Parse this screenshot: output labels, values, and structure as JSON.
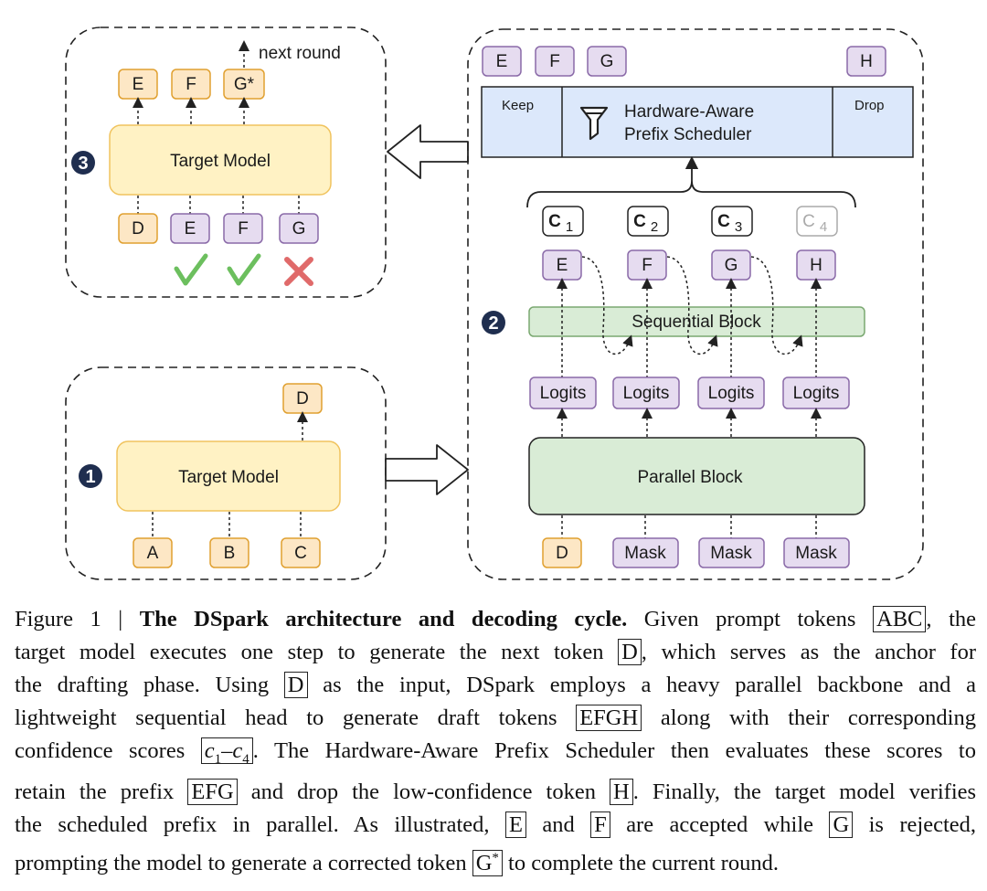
{
  "figure": {
    "panel3": {
      "number": "3",
      "top_outputs": [
        "E",
        "F",
        "G*"
      ],
      "next_round": "next round",
      "model_label": "Target Model",
      "inputs": [
        "D",
        "E",
        "F",
        "G"
      ]
    },
    "panel1": {
      "number": "1",
      "output": "D",
      "model_label": "Target Model",
      "inputs": [
        "A",
        "B",
        "C"
      ]
    },
    "panel2": {
      "number": "2",
      "top_tokens": [
        "E",
        "F",
        "G",
        "H"
      ],
      "scheduler": {
        "keep": "Keep",
        "drop": "Drop",
        "line1": "Hardware-Aware",
        "line2": "Prefix Scheduler"
      },
      "confidences": [
        {
          "letter": "C",
          "sub": "1"
        },
        {
          "letter": "C",
          "sub": "2"
        },
        {
          "letter": "C",
          "sub": "3"
        },
        {
          "letter": "C",
          "sub": "4"
        }
      ],
      "draft_tokens": [
        "E",
        "F",
        "G",
        "H"
      ],
      "sequential_label": "Sequential  Block",
      "logits_label": "Logits",
      "parallel_label": "Parallel Block",
      "inputs": [
        "D",
        "Mask",
        "Mask",
        "Mask"
      ]
    },
    "colors": {
      "orange_fill": "#fde7c5",
      "orange_stroke": "#e0a030",
      "purple_fill": "#e6dcf0",
      "purple_stroke": "#8a6aa8",
      "yellow_fill": "#fff2c4",
      "yellow_stroke": "#f0c35e",
      "green_fill": "#d9ecd6",
      "green_stroke": "#7aa870",
      "blue_fill": "#dce8fb",
      "accept": "#6cbf5e",
      "reject": "#e06a6a",
      "badge": "#1f2e4f"
    },
    "verify_icons": [
      "check-icon",
      "check-icon",
      "cross-icon"
    ]
  },
  "caption": {
    "fig_label": "Figure 1 |",
    "title": "The DSpark architecture and decoding cycle.",
    "t1": "Given prompt tokens",
    "b_prompt": "ABC",
    "t2": ", the",
    "t3": "target model executes one step to generate the next token",
    "b_next": "D",
    "t4": ", which serves as the anchor for",
    "t5": "the drafting phase. Using",
    "b_input": "D",
    "t6": "as the input, DSpark employs a heavy parallel backbone and a",
    "t7": "lightweight sequential head to generate draft tokens",
    "b_draft": "EFGH",
    "t8": "along with their corresponding",
    "t9": "confidence scores",
    "b_c_start": "c",
    "b_c_sub1": "1",
    "b_c_dash": "–",
    "b_c_end": "c",
    "b_c_sub2": "4",
    "t10": ". The Hardware-Aware Prefix Scheduler then evaluates these scores to",
    "t11": "retain the prefix",
    "b_prefix": "EFG",
    "t12": "and drop the low-confidence token",
    "b_drop": "H",
    "t13": ". Finally, the target model verifies",
    "t14": "the scheduled prefix in parallel. As illustrated,",
    "b_e": "E",
    "t15": "and",
    "b_f": "F",
    "t16": "are accepted while",
    "b_g": "G",
    "t17": "is rejected,",
    "t18": "prompting the model to generate a corrected token",
    "b_gstar": "G",
    "b_gstar_sup": "*",
    "t19": "to complete the current round."
  }
}
